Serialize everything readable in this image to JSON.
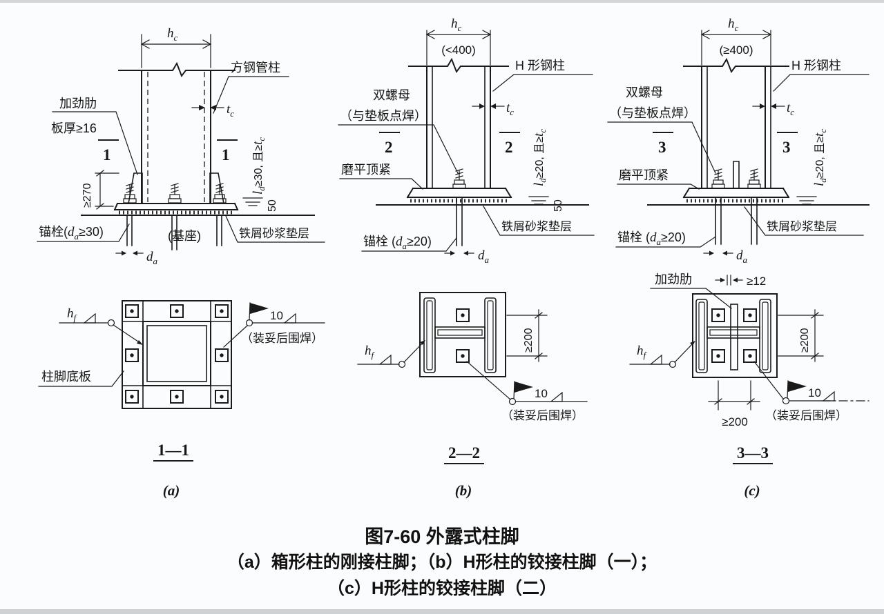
{
  "page": {
    "bg": "#fbfcfd",
    "edge": "#d3d6d9",
    "ink": "#1a1a1a"
  },
  "caption": {
    "title": "图7-60 外露式柱脚",
    "line_ab": "（a）箱形柱的刚接柱脚；（b）H形柱的铰接柱脚（一）；",
    "line_c": "（c）H形柱的铰接柱脚（二）"
  },
  "sym": {
    "h": "h",
    "c": "c",
    "t": "t",
    "l": "l",
    "d": "d",
    "a": "a",
    "f": "f"
  },
  "labels": {
    "square_tube_col": "方钢管柱",
    "h_col": "H 形钢柱",
    "stiffener": "加劲肋",
    "plate_thk": "板厚≥16",
    "double_nut": "双螺母",
    "spot_weld_pad": "（与垫板点焊）",
    "grind_tight": "磨平顶紧",
    "mortar": "铁屑砂浆垫层",
    "base_seat": "(基座)",
    "base_plate": "柱脚底板",
    "after_fit_weld": "（装妥后围焊）",
    "anchor_a_pre": "锚栓(",
    "anchor_a_suf": "≥30)",
    "anchor_bc_pre": "锚栓 (",
    "anchor_bc_suf": "≥20)",
    "embed_a": "≥30, 且≥",
    "embed_bc": "≥20, 且≥",
    "dim_270": "≥270",
    "dim_200": "≥200",
    "dim_12": "≥12",
    "mortar_50": "50",
    "weld_10": "10",
    "hc_b": "(<400)",
    "hc_c": "(≥400)"
  },
  "sections": {
    "n1": "1",
    "n2": "2",
    "n3": "3",
    "s11": "1—1",
    "s22": "2—2",
    "s33": "3—3",
    "fa": "(a)",
    "fb": "(b)",
    "fc": "(c)"
  }
}
